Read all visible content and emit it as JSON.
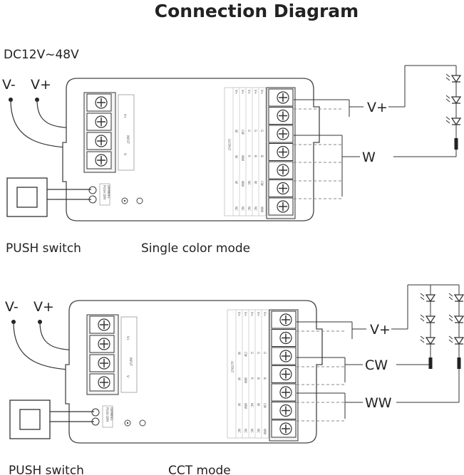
{
  "title": "Connection Diagram",
  "power_label": "DC12V~48V",
  "diagrams": [
    {
      "vminus": "V-",
      "vplus": "V+",
      "switch_caption": "PUSH  switch",
      "mode_caption": "Single color mode",
      "outputs": [
        "V+",
        "W"
      ],
      "led_columns": 1
    },
    {
      "vminus": "V-",
      "vplus": "V+",
      "switch_caption": "PUSH  switch",
      "mode_caption": "CCT mode",
      "outputs": [
        "V+",
        "CW",
        "WW"
      ],
      "led_columns": 2
    }
  ],
  "controller": {
    "input_label": "INPUT",
    "input_pins": [
      "V-",
      "V+"
    ],
    "dimming_label": "DIMMING",
    "push_label": "PUSH DIM",
    "output_label": "OUTPUT",
    "output_table": [
      [
        "NC",
        "W",
        "W",
        "W",
        "V+"
      ],
      [
        "NC",
        "WW",
        "WW",
        "CW",
        "V+"
      ],
      [
        "NC",
        "NC",
        "R",
        "G",
        "V+"
      ],
      [
        "NC",
        "W",
        "B",
        "G",
        "V+"
      ],
      [
        "WW",
        "CW",
        "B",
        "G",
        "V+"
      ]
    ]
  }
}
